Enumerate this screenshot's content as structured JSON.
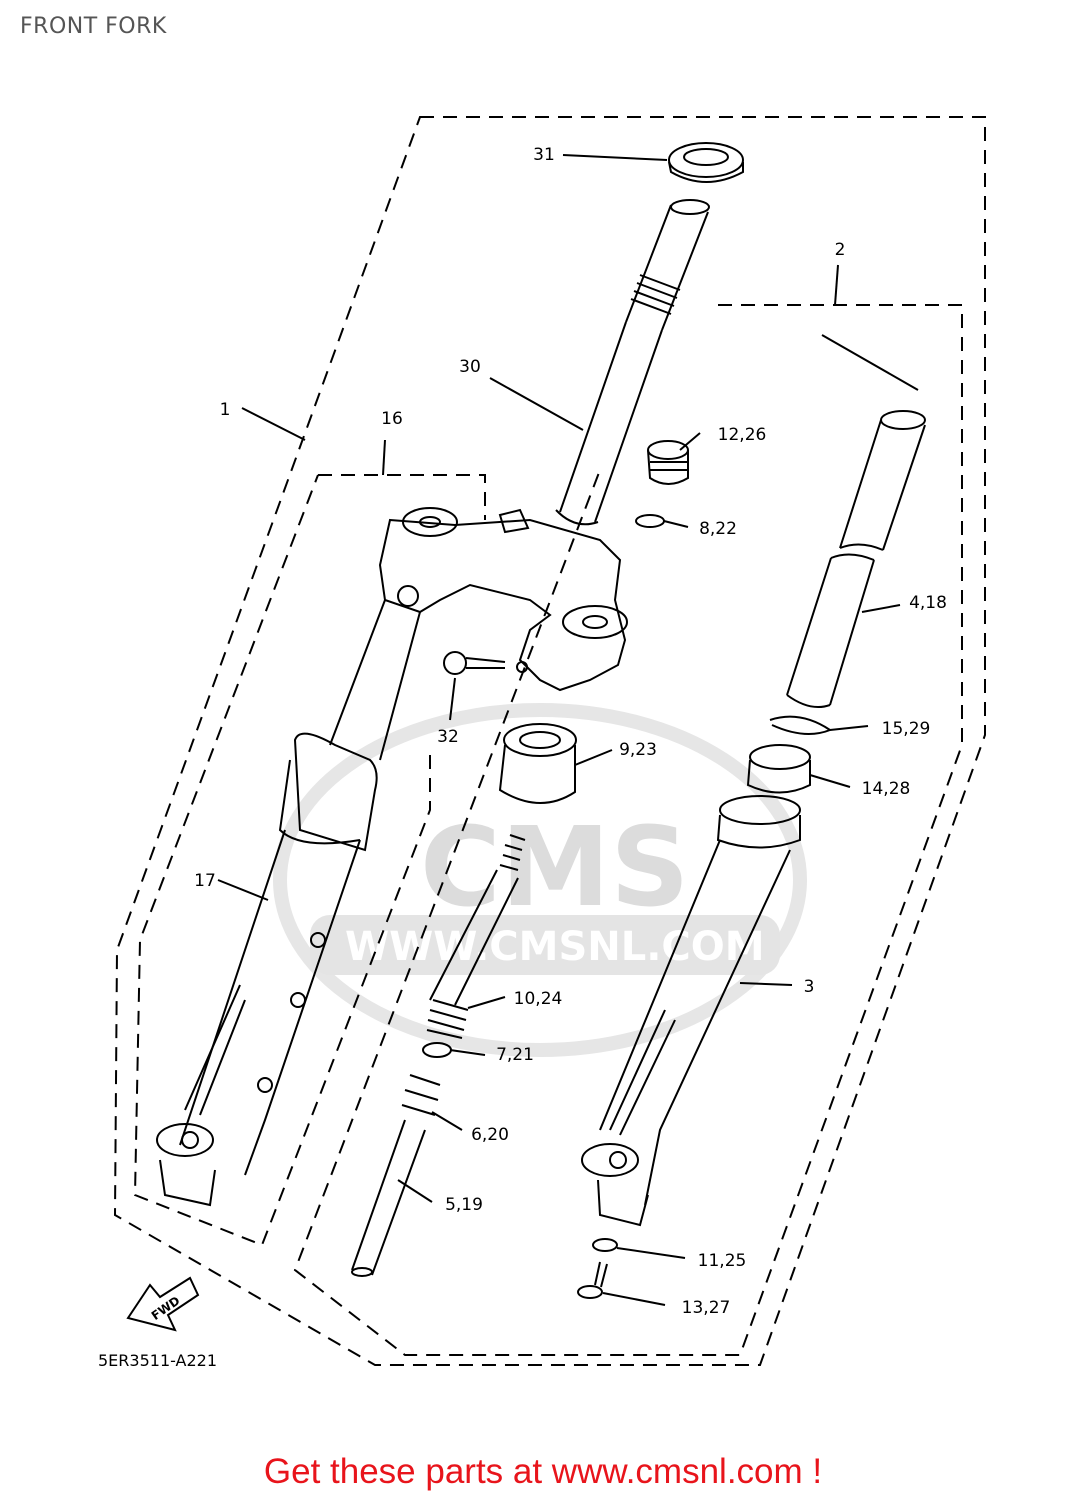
{
  "title": "FRONT FORK",
  "diagram_code": "5ER3511-A221",
  "fwd_label": "FWD",
  "watermark": {
    "logo": "CMS",
    "url": "WWW.CMSNL.COM"
  },
  "callouts": {
    "c1": "1",
    "c2": "2",
    "c3": "3",
    "c4_18": "4,18",
    "c5_19": "5,19",
    "c6_20": "6,20",
    "c7_21": "7,21",
    "c8_22": "8,22",
    "c9_23": "9,23",
    "c10_24": "10,24",
    "c11_25": "11,25",
    "c12_26": "12,26",
    "c13_27": "13,27",
    "c14_28": "14,28",
    "c15_29": "15,29",
    "c16": "16",
    "c17": "17",
    "c30": "30",
    "c31": "31",
    "c32": "32"
  },
  "footer": {
    "text": "Get these parts at www.cmsnl.com !"
  },
  "colors": {
    "footer": "#e8141b",
    "title": "#555555",
    "line": "#000000",
    "watermark": "#dcdcdc"
  }
}
